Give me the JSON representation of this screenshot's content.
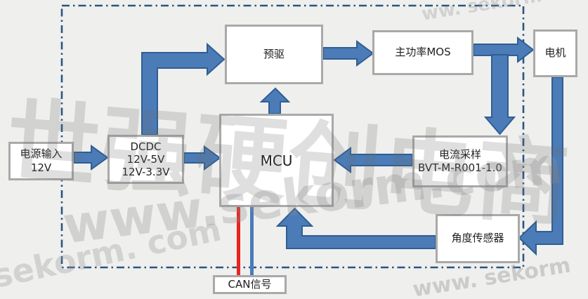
{
  "diagram": {
    "background_color": "#efefee",
    "dashed_border_color": "#2b5580",
    "arrow_fill_color": "#4b7cb8",
    "arrow_stroke_color": "#2f5e93",
    "box_border_color": "#a9a9a9",
    "can_line_colors": {
      "red": "#e8241f",
      "blue": "#4b7cb8"
    },
    "nodes": {
      "power_input": {
        "lines": [
          "电源输入",
          "12V"
        ]
      },
      "dcdc": {
        "lines": [
          "DCDC",
          "12V-5V",
          "12V-3.3V"
        ]
      },
      "predriver": {
        "lines": [
          "预驱"
        ]
      },
      "mcu": {
        "lines": [
          "MCU"
        ]
      },
      "main_power_mos": {
        "lines": [
          "主功率MOS"
        ]
      },
      "motor": {
        "lines": [
          "电机"
        ]
      },
      "current_sampling": {
        "lines": [
          "电流采样",
          "BVT-M-R001-1.0"
        ]
      },
      "angle_sensor": {
        "lines": [
          "角度传感器"
        ]
      },
      "can_signal": {
        "lines": [
          "CAN信号"
        ]
      }
    },
    "connections": [
      {
        "from": "power_input",
        "to": "dcdc"
      },
      {
        "from": "dcdc",
        "to": "mcu"
      },
      {
        "from": "dcdc",
        "to": "predriver"
      },
      {
        "from": "mcu",
        "to": "predriver"
      },
      {
        "from": "predriver",
        "to": "main_power_mos"
      },
      {
        "from": "main_power_mos",
        "to": "motor"
      },
      {
        "from": "main_power_mos",
        "to": "current_sampling"
      },
      {
        "from": "current_sampling",
        "to": "mcu"
      },
      {
        "from": "motor",
        "to": "angle_sensor"
      },
      {
        "from": "angle_sensor",
        "to": "mcu"
      },
      {
        "from": "can_signal",
        "to": "mcu"
      }
    ]
  },
  "watermarks": {
    "brand_cn": "世强硬创电商",
    "url_large": "www.sekorm.com",
    "corner_bottom_left": "sekorm. com",
    "corner_bottom_right": "www. sekorm",
    "corner_top_right": "ww. sekorm"
  }
}
